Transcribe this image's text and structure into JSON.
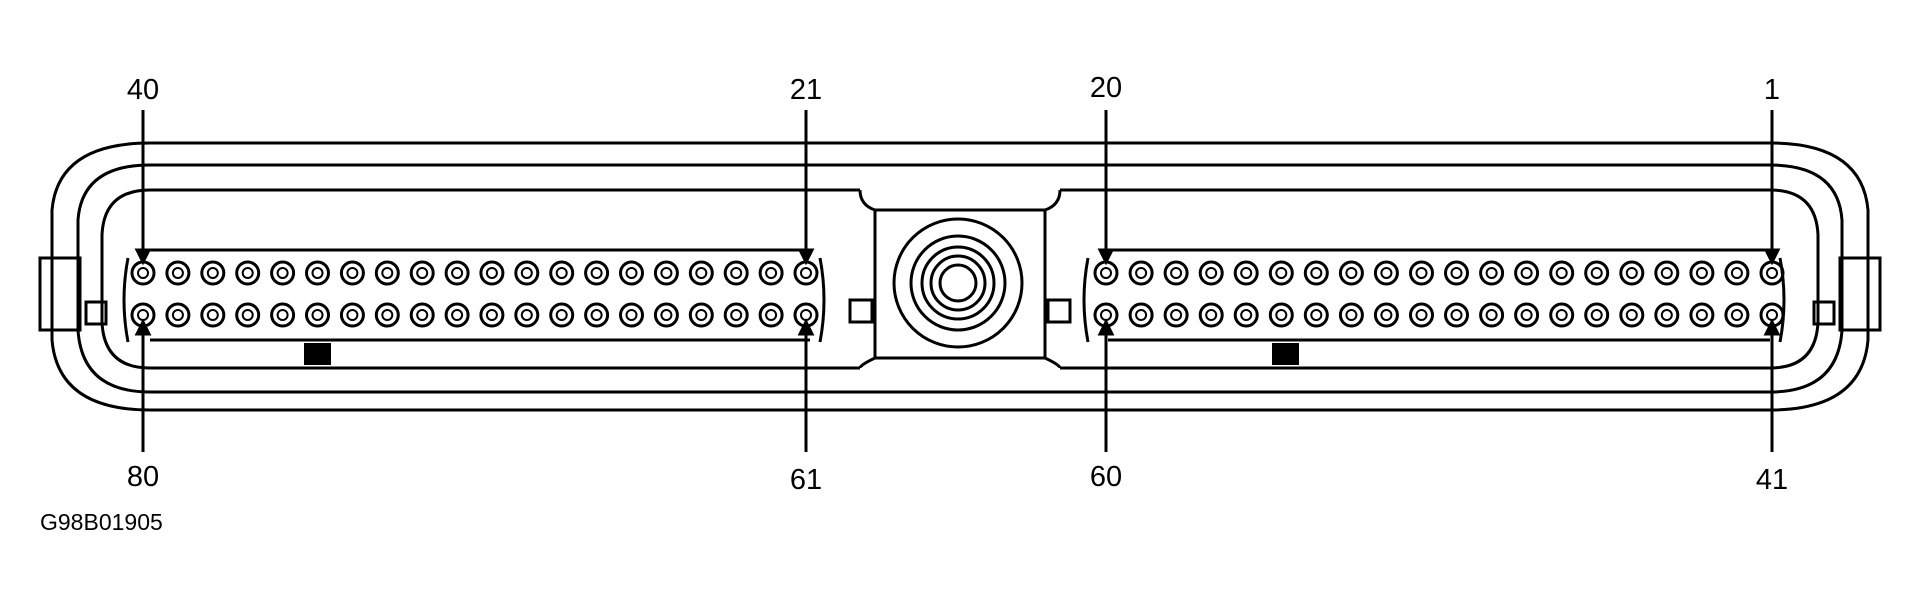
{
  "figure_code": "G98B01905",
  "pin_labels": {
    "left_top_outer": "40",
    "left_top_inner": "21",
    "right_top_inner": "20",
    "right_top_outer": "1",
    "left_bottom_outer": "80",
    "left_bottom_inner": "61",
    "right_bottom_inner": "60",
    "right_bottom_outer": "41"
  },
  "connector": {
    "pins_per_row_per_block": 20,
    "blocks": 2,
    "rows": 2,
    "total_pins": 80
  }
}
